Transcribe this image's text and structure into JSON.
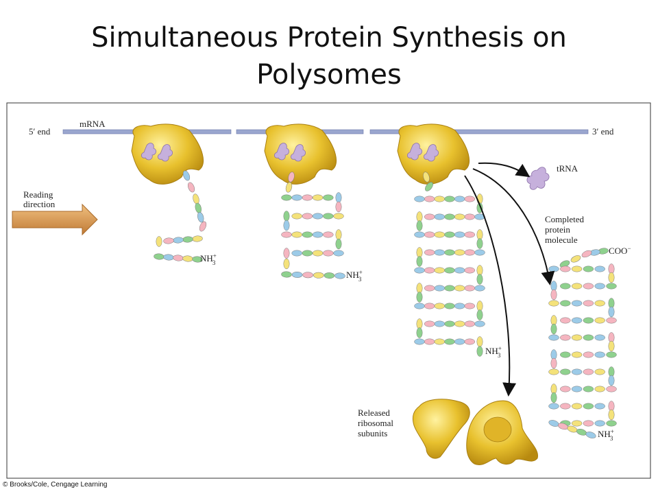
{
  "slide": {
    "title_line1": "Simultaneous Protein Synthesis on",
    "title_line2": "Polysomes"
  },
  "diagram": {
    "labels": {
      "five_prime": "5′ end",
      "mrna": "mRNA",
      "three_prime": "3′ end",
      "reading_direction_1": "Reading",
      "reading_direction_2": "direction",
      "trna": "tRNA",
      "completed_1": "Completed",
      "completed_2": "protein",
      "completed_3": "molecule",
      "coo": "COO",
      "nh3_1": "NH",
      "nh3_2": "NH",
      "nh3_3": "NH",
      "nh3_4": "NH",
      "released_1": "Released",
      "released_2": "ribosomal",
      "released_3": "subunits"
    },
    "colors": {
      "mrna": "#9aa6cf",
      "ribosome": "#e8c12e",
      "trna": "#b49acb",
      "arrow": "#d79a52",
      "bead_palette": [
        "#9ccbe8",
        "#f5b5c0",
        "#f4e27a",
        "#8fd18e"
      ]
    }
  },
  "credit": "© Brooks/Cole, Cengage Learning"
}
